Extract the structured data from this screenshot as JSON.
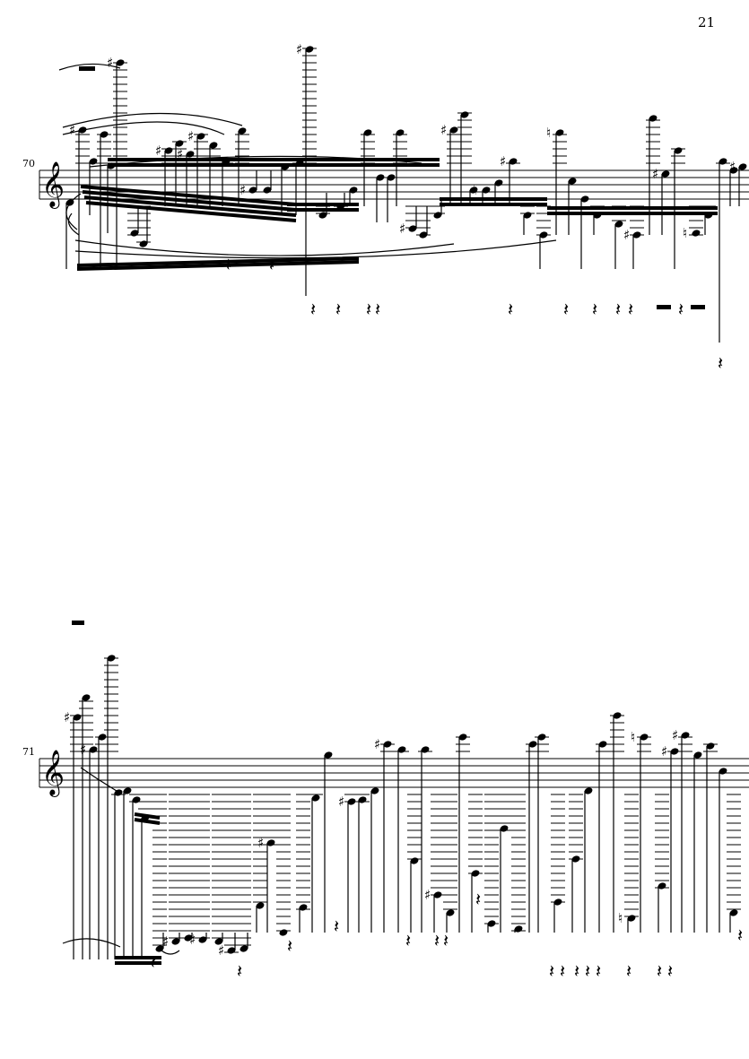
{
  "page": {
    "page_number": "21",
    "background": "#ffffff",
    "ink": "#000000"
  },
  "systems": [
    {
      "measure_number": "70",
      "clef": "treble-clef",
      "accidental_glyph": "♯",
      "natural_glyph": "♮"
    },
    {
      "measure_number": "71",
      "clef": "treble-clef",
      "accidental_glyph": "♯",
      "natural_glyph": "♮"
    }
  ],
  "glyphs": {
    "treble_clef": "𝄞",
    "sharp": "♯",
    "natural": "♮",
    "quarter_rest": "𝄽"
  }
}
